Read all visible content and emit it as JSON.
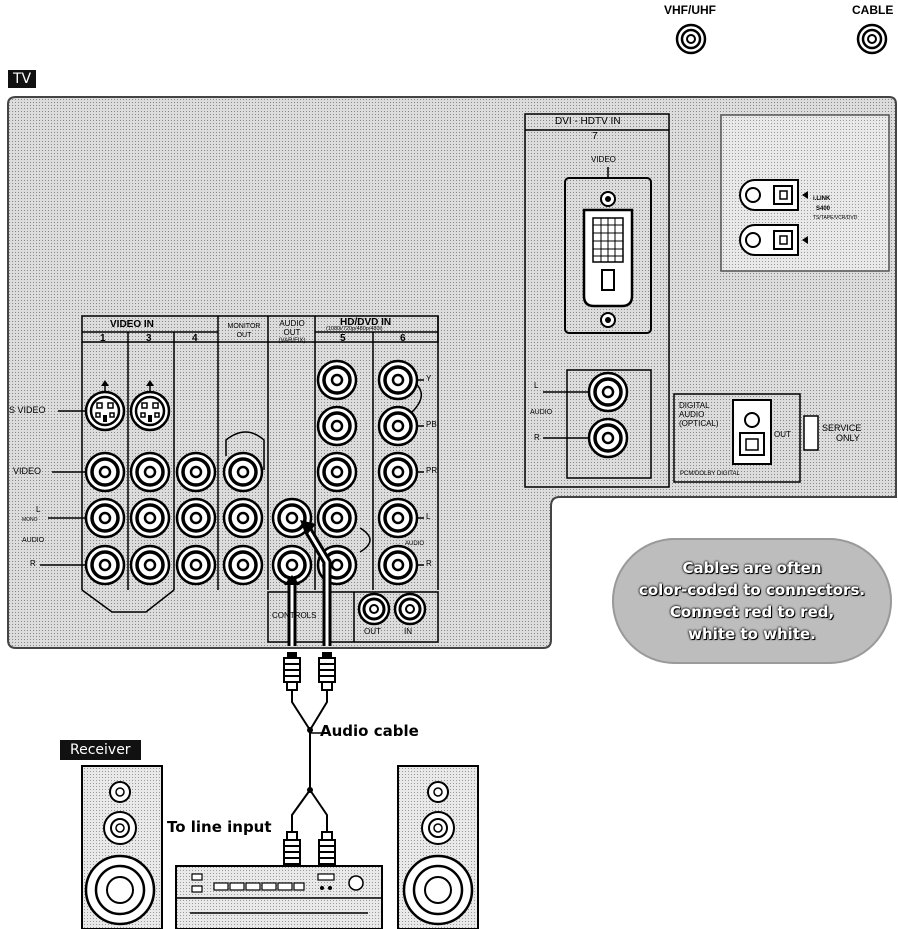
{
  "antenna": {
    "vhf_uhf": "VHF/UHF",
    "cable": "CABLE"
  },
  "tv": {
    "tag": "TV",
    "video_in": {
      "title": "VIDEO IN",
      "cols": [
        "1",
        "3",
        "4"
      ]
    },
    "monitor_out": "MONITOR OUT",
    "audio_out": {
      "title": "AUDIO OUT",
      "sub": "(VAR/FIX)"
    },
    "hd_dvd_in": {
      "title": "HD/DVD IN",
      "sub": "(1080i/720p/480p/480i)",
      "cols": [
        "5",
        "6"
      ]
    },
    "row_labels": {
      "s_video": "S VIDEO",
      "video": "VIDEO",
      "l": "L",
      "mono": "MONO",
      "audio": "AUDIO",
      "r": "R"
    },
    "component_labels": {
      "y": "Y",
      "pb": "PB",
      "pr": "PR",
      "l": "L",
      "audio": "AUDIO",
      "r": "R"
    },
    "dvi": {
      "title": "DVI - HDTV IN",
      "num": "7",
      "video": "VIDEO",
      "l": "L",
      "audio": "AUDIO",
      "r": "R"
    },
    "ilink": {
      "line1": "i.LINK",
      "line2": "S400",
      "line3": "TS/TAPE/VCR/DVD"
    },
    "digital_audio": {
      "title_1": "DIGITAL",
      "title_2": "AUDIO",
      "title_3": "(OPTICAL)",
      "out": "OUT",
      "footer": "PCM/DOLBY DIGITAL"
    },
    "service": {
      "line1": "SERVICE",
      "line2": "ONLY"
    },
    "controls": {
      "label": "CONTROLS",
      "out": "OUT",
      "in": "IN"
    }
  },
  "note": {
    "lines": [
      "Cables are often",
      "color-coded to connectors.",
      "Connect red to red,",
      "white to white."
    ]
  },
  "audio_cable_label": "Audio cable",
  "receiver_tag": "Receiver",
  "line_input_label": "To line input"
}
